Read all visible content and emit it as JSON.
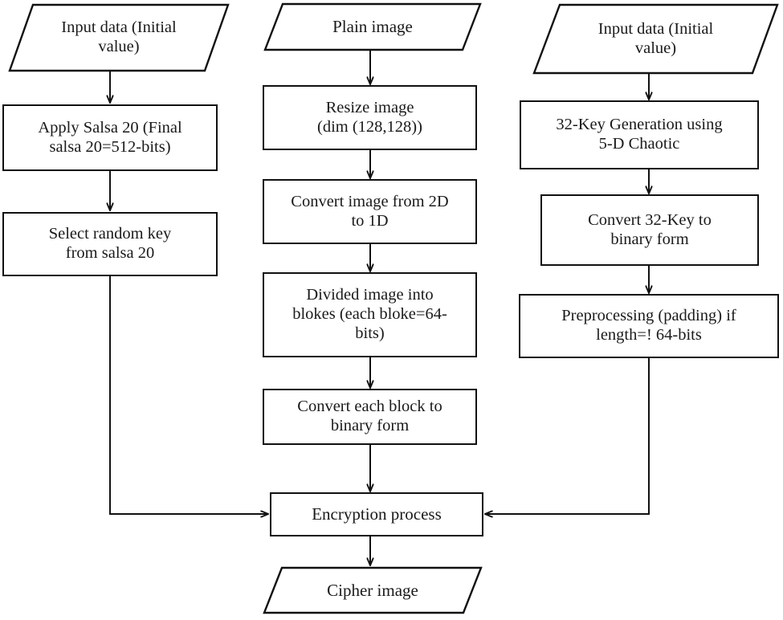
{
  "diagram": {
    "title": "Image encryption flowchart using Salsa20 and 5-D chaotic key generation",
    "colors": {
      "stroke": "#111111",
      "text": "#1a1a1a",
      "background": "#ffffff"
    },
    "columns": [
      {
        "name": "key-stream-column",
        "nodes": [
          "left_input",
          "apply_salsa",
          "select_random_key"
        ]
      },
      {
        "name": "image-column",
        "nodes": [
          "plain_image",
          "resize_image",
          "convert_2d_1d",
          "divide_blocks",
          "convert_block_binary"
        ]
      },
      {
        "name": "chaotic-key-column",
        "nodes": [
          "right_input",
          "key_generation",
          "convert_key_binary",
          "preprocessing"
        ]
      }
    ],
    "nodes": {
      "left_input": {
        "shape": "parallelogram",
        "text": "Input data (Initial\nvalue)"
      },
      "apply_salsa": {
        "shape": "rectangle",
        "text": "Apply Salsa 20 (Final\nsalsa 20=512-bits)"
      },
      "select_random_key": {
        "shape": "rectangle",
        "text": "Select random key\nfrom salsa 20"
      },
      "plain_image": {
        "shape": "parallelogram",
        "text": "Plain image"
      },
      "resize_image": {
        "shape": "rectangle",
        "text": "Resize image\n(dim (128,128))"
      },
      "convert_2d_1d": {
        "shape": "rectangle",
        "text": "Convert image from 2D\nto 1D"
      },
      "divide_blocks": {
        "shape": "rectangle",
        "text": "Divided image into\nblokes (each bloke=64-\nbits)"
      },
      "convert_block_binary": {
        "shape": "rectangle",
        "text": "Convert each block to\nbinary form"
      },
      "right_input": {
        "shape": "parallelogram",
        "text": "Input data (Initial\nvalue)"
      },
      "key_generation": {
        "shape": "rectangle",
        "text": "32-Key Generation using\n5-D Chaotic"
      },
      "convert_key_binary": {
        "shape": "rectangle",
        "text": "Convert 32-Key to\nbinary form"
      },
      "preprocessing": {
        "shape": "rectangle",
        "text": "Preprocessing (padding) if\nlength=! 64-bits"
      },
      "encryption_process": {
        "shape": "rectangle",
        "text": "Encryption process"
      },
      "cipher_image": {
        "shape": "parallelogram",
        "text": "Cipher image"
      }
    },
    "edges": [
      {
        "from": "left_input",
        "to": "apply_salsa",
        "direction": "down"
      },
      {
        "from": "apply_salsa",
        "to": "select_random_key",
        "direction": "down"
      },
      {
        "from": "select_random_key",
        "to": "encryption_process",
        "direction": "down-then-right"
      },
      {
        "from": "plain_image",
        "to": "resize_image",
        "direction": "down"
      },
      {
        "from": "resize_image",
        "to": "convert_2d_1d",
        "direction": "down"
      },
      {
        "from": "convert_2d_1d",
        "to": "divide_blocks",
        "direction": "down"
      },
      {
        "from": "divide_blocks",
        "to": "convert_block_binary",
        "direction": "down"
      },
      {
        "from": "convert_block_binary",
        "to": "encryption_process",
        "direction": "down"
      },
      {
        "from": "right_input",
        "to": "key_generation",
        "direction": "down"
      },
      {
        "from": "key_generation",
        "to": "convert_key_binary",
        "direction": "down"
      },
      {
        "from": "convert_key_binary",
        "to": "preprocessing",
        "direction": "down"
      },
      {
        "from": "preprocessing",
        "to": "encryption_process",
        "direction": "down-then-left"
      },
      {
        "from": "encryption_process",
        "to": "cipher_image",
        "direction": "down"
      }
    ]
  }
}
